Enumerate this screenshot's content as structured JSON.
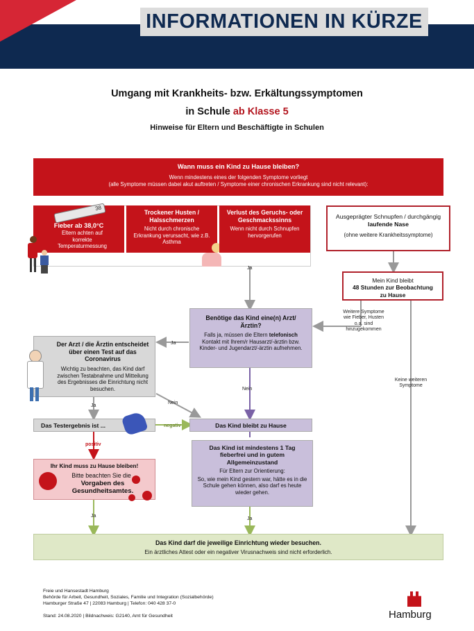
{
  "header": {
    "title": "INFORMATIONEN IN KÜRZE"
  },
  "titles": {
    "line1": "Umgang mit Krankheits- bzw. Erkältungssymptomen",
    "line2_prefix": "in Schule ",
    "line2_highlight": "ab Klasse 5",
    "subtitle": "Hinweise für Eltern und Beschäftigte in Schulen"
  },
  "when_box": {
    "title": "Wann muss ein Kind zu Hause bleiben?",
    "line1": "Wenn mindestens eines der folgenden Symptome vorliegt",
    "line2": "(alle Symptome müssen dabei akut auftreten / Symptome einer chronischen Erkrankung sind nicht relevant):"
  },
  "symptoms": {
    "fever": {
      "thermometer": "38",
      "title": "Fieber ab 38,0°C",
      "text": "Eltern achten auf korrekte Temperaturmessung"
    },
    "cough": {
      "title": "Trockener Husten / Halsschmerzen",
      "text": "Nicht durch chronische Erkrankung verursacht, wie z.B. Asthma"
    },
    "smell": {
      "title": "Verlust des Geruchs- oder Geschmackssinns",
      "text": "Wenn nicht durch Schnupfen hervorgerufen"
    },
    "cold": {
      "title_pre": "Ausgeprägter Schnupfen / durchgängig ",
      "title_b": "laufende Nase",
      "text": "(ohne weitere Krankheitssymptome)"
    }
  },
  "stay48": {
    "line1": "Mein Kind bleibt",
    "bold": "48 Stunden zur Beobachtung zu Hause"
  },
  "doctor_q": {
    "title": "Benötige das Kind eine(n) Arzt/Ärztin?",
    "text_pre": "Falls ja, müssen die Eltern ",
    "text_b": "telefonisch",
    "text_post": " Kontakt mit Ihrem/r Hausarzt/-ärztin bzw. Kinder- und Jugendarzt/-ärztin aufnehmen."
  },
  "doctor_decides": {
    "title": "Der Arzt / die Ärztin entscheidet über einen Test auf das Coronavirus",
    "text": "Wichtig zu beachten, das Kind darf zwischen Testabnahme und Mitteilung des Ergebnisses die Einrichtung nicht besuchen."
  },
  "test_result": {
    "label": "Das Testergebnis ist ..."
  },
  "stays_home": {
    "label": "Das Kind bleibt zu Hause"
  },
  "must_stay": {
    "title": "Ihr Kind muss zu Hause bleiben!",
    "line1": "Bitte beachten Sie die",
    "bold": "Vorgaben des Gesundheitsamtes."
  },
  "fever_free": {
    "title": "Das Kind ist mindestens 1 Tag fieberfrei und in gutem Allgemeinzustand",
    "sub": "Für Eltern zur Orientierung:",
    "text": "So, wie mein Kind gestern war, hätte es in die Schule gehen können, also darf es heute wieder gehen."
  },
  "final": {
    "title": "Das Kind darf die jeweilige Einrichtung wieder besuchen.",
    "text": "Ein ärztliches Attest oder ein negativer Virusnachweis sind nicht erforderlich."
  },
  "arrow_labels": {
    "ja1": "Ja",
    "ja2": "Ja",
    "ja3": "Ja",
    "ja4": "Ja",
    "ja5": "Ja",
    "nein1": "Nein",
    "nein2": "Nein",
    "negativ": "negativ",
    "positiv": "positiv",
    "weitere": "Weitere Symptome wie Fieber, Husten o.a. sind hinzugekommen",
    "keine": "Keine weiteren Symptome"
  },
  "footer": {
    "l1": "Freie und Hansestadt Hamburg",
    "l2": "Behörde für Arbeit, Gesundheit, Soziales, Familie und Integration (Sozialbehörde)",
    "l3": "Hamburger Straße 47 | 22083 Hamburg | Telefon: 040 428 37-0",
    "l4": "Stand: 24.08.2020 | Bildnachweis: G2140, Amt für Gesundheit",
    "logo_text": "Hamburg"
  },
  "colors": {
    "navy": "#0e2950",
    "red": "#c4131a",
    "lavender": "#c9bfdb",
    "green": "#dfe8c7",
    "purple_line": "#7a62a6",
    "green_line": "#9ab85a"
  }
}
